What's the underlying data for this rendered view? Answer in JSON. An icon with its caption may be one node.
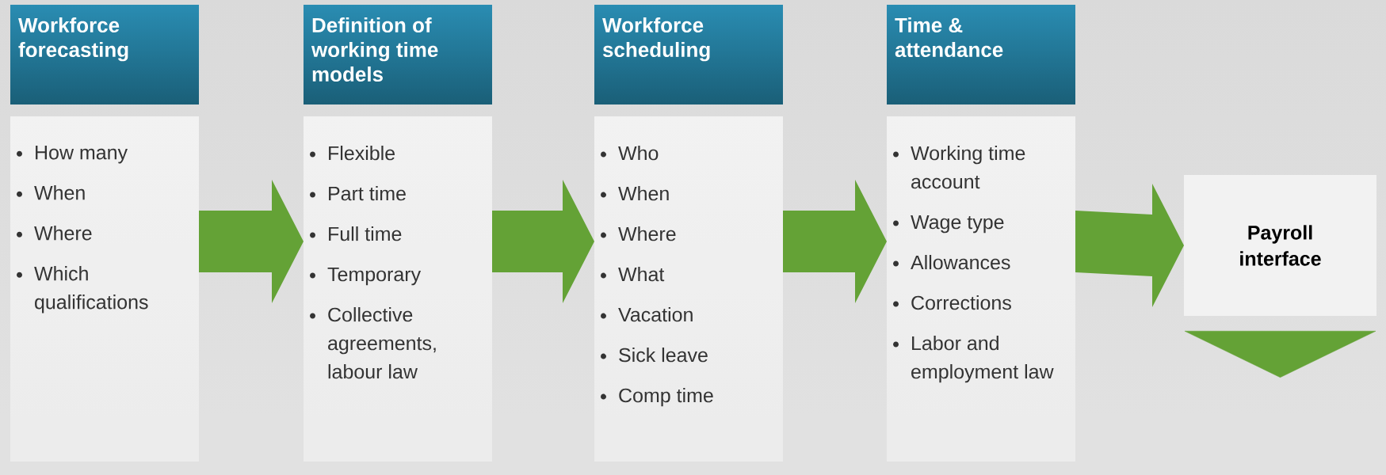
{
  "diagram": {
    "nodes": [
      {
        "text": [
          "Workforce forecasting"
        ]
      },
      {
        "text": [
          "How many",
          "When",
          "Where",
          "Which qualifications"
        ]
      },
      {
        "text": [
          "Definition of working time models"
        ]
      },
      {
        "text": [
          "Flexible",
          "Part time",
          "Full time",
          "Temporary",
          "Collective agreements, labour law"
        ]
      },
      {
        "text": [
          "Workforce scheduling"
        ]
      },
      {
        "text": [
          "Who",
          "When",
          "Where",
          "What",
          "Vacation",
          "Sick leave",
          "Comp time"
        ]
      },
      {
        "text": [
          "Time & attendance"
        ]
      },
      {
        "text": [
          "Working time account",
          "Wage type",
          "Allowances",
          "Corrections",
          "Labor and employment law"
        ]
      },
      {
        "text": [
          "Payroll interface"
        ]
      }
    ],
    "edges": [
      {
        "from": 1,
        "to": 3,
        "arrow": "to"
      },
      {
        "from": 3,
        "to": 5,
        "arrow": "to"
      },
      {
        "from": 5,
        "to": 7,
        "arrow": "to"
      },
      {
        "from": 7,
        "to": 8,
        "arrow": "to"
      },
      {
        "from": 8,
        "to": null,
        "arrow": "to"
      }
    ]
  }
}
